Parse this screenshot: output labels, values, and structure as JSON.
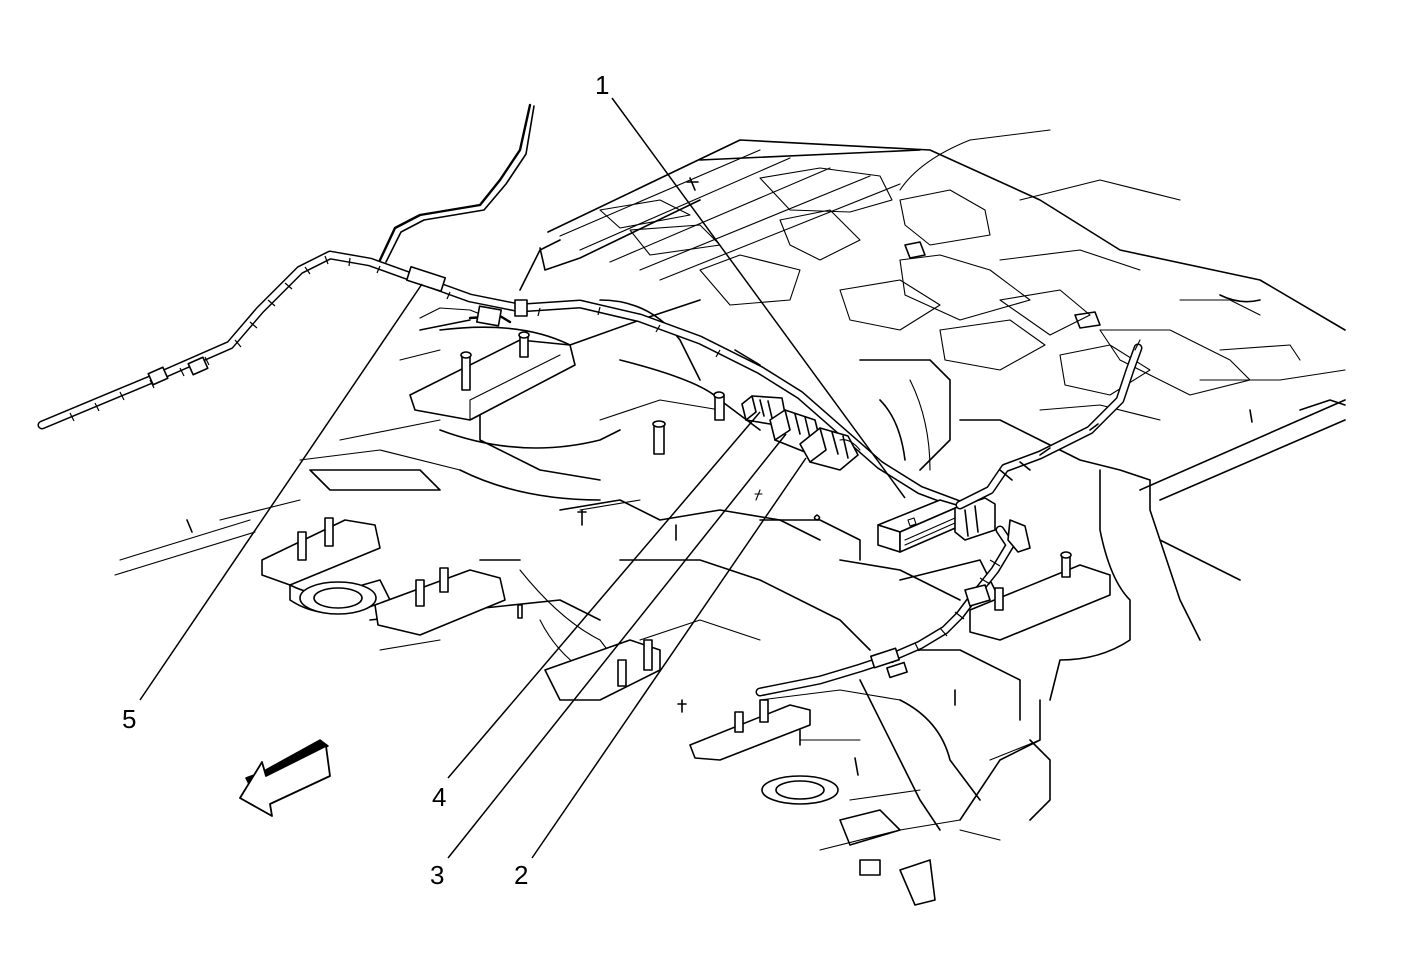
{
  "diagram": {
    "callouts": [
      {
        "id": "1",
        "label": "1"
      },
      {
        "id": "2",
        "label": "2"
      },
      {
        "id": "3",
        "label": "3"
      },
      {
        "id": "4",
        "label": "4"
      },
      {
        "id": "5",
        "label": "5"
      }
    ],
    "direction_arrow": "front-arrow-icon"
  }
}
